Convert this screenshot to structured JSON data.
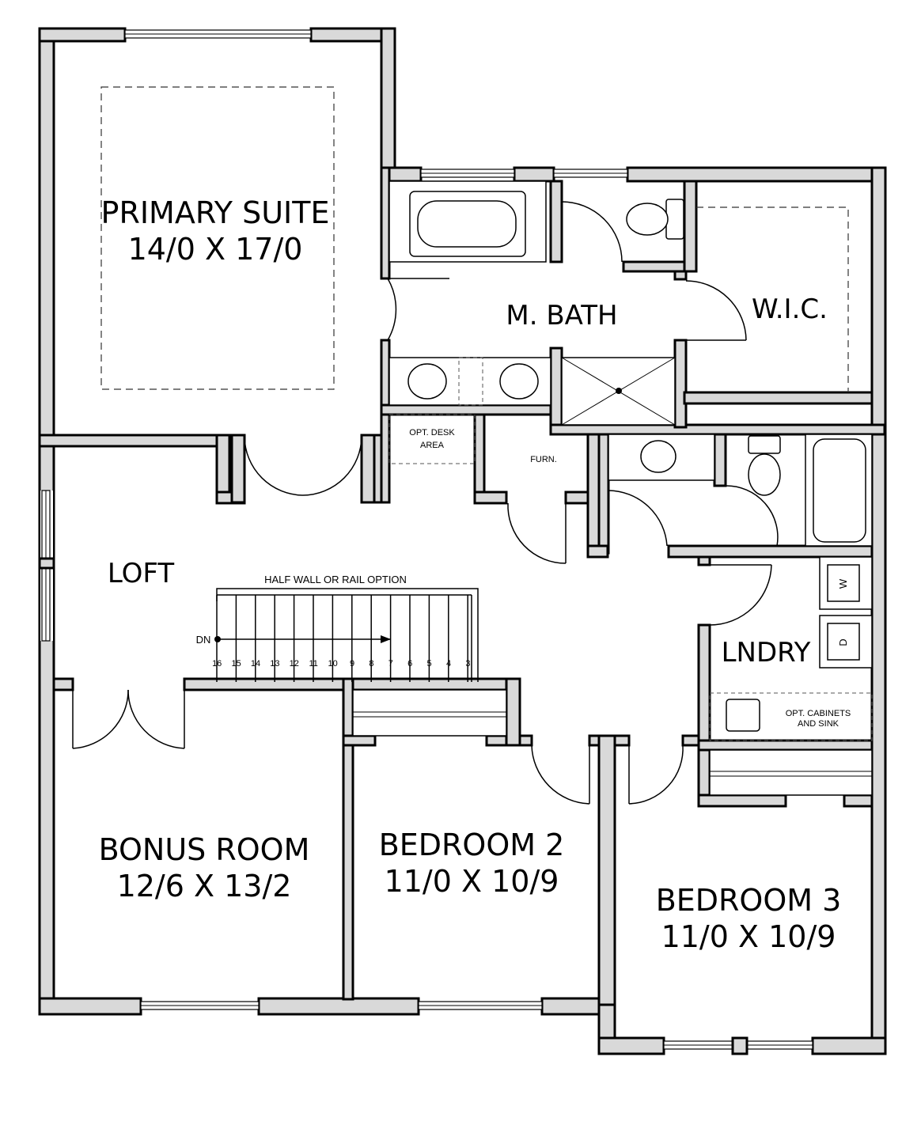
{
  "rooms": {
    "primary_suite": {
      "name": "PRIMARY SUITE",
      "dims": "14/0 X 17/0"
    },
    "master_bath": {
      "name": "M. BATH"
    },
    "walk_in_closet": {
      "name": "W.I.C."
    },
    "loft": {
      "name": "LOFT"
    },
    "laundry": {
      "name": "LNDRY"
    },
    "bonus_room": {
      "name": "BONUS ROOM",
      "dims": "12/6 X 13/2"
    },
    "bedroom_2": {
      "name": "BEDROOM 2",
      "dims": "11/0 X 10/9"
    },
    "bedroom_3": {
      "name": "BEDROOM 3",
      "dims": "11/0 X 10/9"
    }
  },
  "notes": {
    "desk_line1": "OPT. DESK",
    "desk_line2": "AREA",
    "furnace": "FURN.",
    "half_wall": "HALF WALL OR RAIL OPTION",
    "stairs_down": "DN",
    "cabinets_line1": "OPT. CABINETS",
    "cabinets_line2": "AND SINK",
    "washer": "W",
    "dryer": "D"
  },
  "stair_numbers": [
    "16",
    "15",
    "14",
    "13",
    "12",
    "11",
    "10",
    "9",
    "8",
    "7",
    "6",
    "5",
    "4",
    "3"
  ]
}
